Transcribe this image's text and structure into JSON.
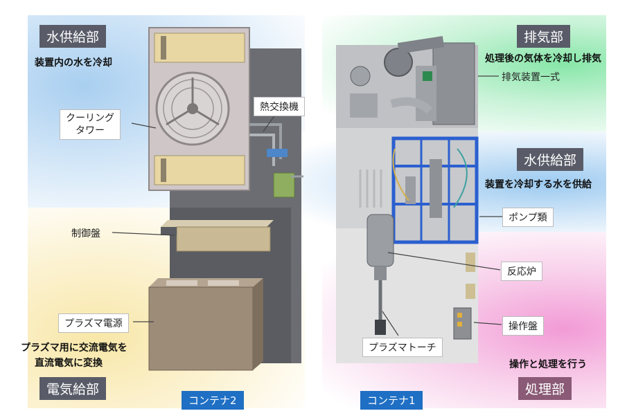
{
  "left": {
    "water_supply": {
      "title": "水供給部",
      "desc": "装置内の水を冷却"
    },
    "power_supply": {
      "title": "電気給部",
      "desc_line1": "プラズマ用に交流電気を",
      "desc_line2": "直流電気に変換"
    },
    "callouts": {
      "cooling_line1": "クーリング",
      "cooling_line2": "タワー",
      "heat_exchanger": "熱交換機",
      "control_panel": "制御盤",
      "plasma_power": "プラズマ電源"
    },
    "container": "コンテナ2"
  },
  "right": {
    "exhaust": {
      "title": "排気部",
      "desc": "処理後の気体を冷却し排気"
    },
    "water_supply": {
      "title": "水供給部",
      "desc": "装置を冷却する水を供給"
    },
    "processing": {
      "title": "処理部",
      "desc": "操作と処理を行う"
    },
    "callouts": {
      "exhaust_set": "排気装置一式",
      "pumps": "ポンプ類",
      "reactor": "反応炉",
      "operation_panel": "操作盤",
      "plasma_torch": "プラズマトーチ"
    },
    "container": "コンテナ1"
  },
  "colors": {
    "tag_bg": "#595c68",
    "container_blue": "#1f6fc4",
    "zone_blue": "#bcd9f2",
    "zone_yellow": "#fbf0c6",
    "zone_green": "#bff0cf",
    "zone_pink": "#f7c6e6"
  }
}
